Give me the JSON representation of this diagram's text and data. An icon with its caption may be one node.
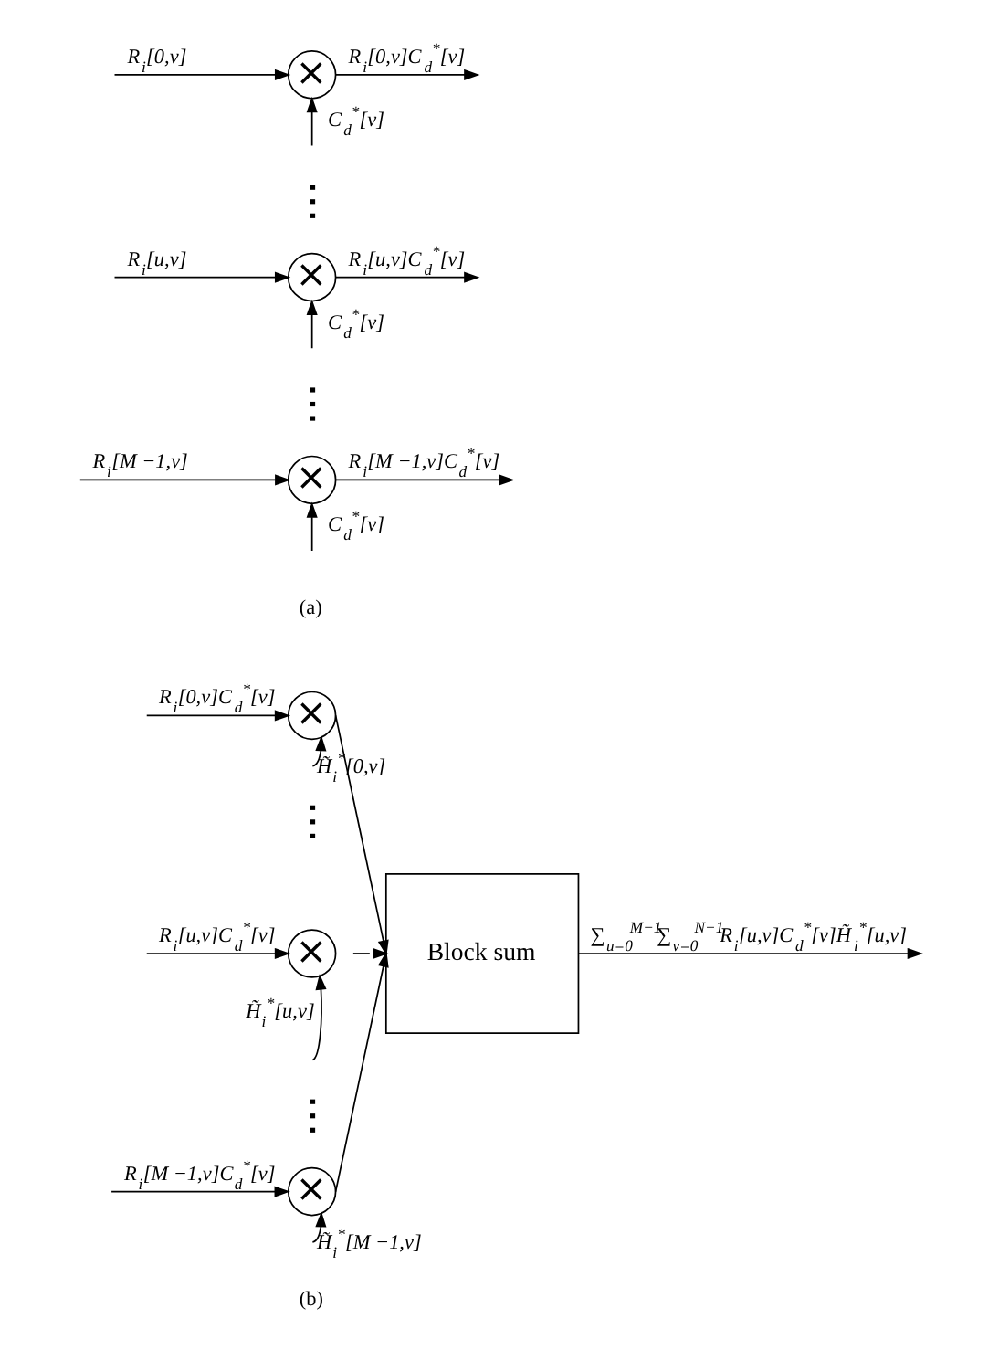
{
  "diagram": {
    "nodes": [
      {
        "text": [
          "×"
        ]
      },
      {
        "text": [
          "×"
        ]
      },
      {
        "text": [
          "×"
        ]
      },
      {
        "text": [
          "×"
        ]
      },
      {
        "text": [
          "×"
        ]
      },
      {
        "text": [
          "×"
        ]
      },
      {
        "text": [
          "Block sum"
        ]
      }
    ],
    "edges": [
      {
        "from": null,
        "to": 0,
        "arrow": "to",
        "label": "R$_{i}$[0,v]"
      },
      {
        "from": 0,
        "to": null,
        "arrow": "to",
        "label": "R$_{i}$[0,v]C$_{d}$$^{*}$[v]"
      },
      {
        "from": null,
        "to": 0,
        "arrow": "to",
        "label": "C$_{d}$$^{*}$[v]"
      },
      {
        "from": null,
        "to": 1,
        "arrow": "to",
        "label": "R$_{i}$[u,v]"
      },
      {
        "from": 1,
        "to": null,
        "arrow": "to",
        "label": "R$_{i}$[u,v]C$_{d}$$^{*}$[v]"
      },
      {
        "from": null,
        "to": 1,
        "arrow": "to",
        "label": "C$_{d}$$^{*}$[v]"
      },
      {
        "from": null,
        "to": 2,
        "arrow": "to",
        "label": "R$_{i}$[M −1,v]"
      },
      {
        "from": 2,
        "to": null,
        "arrow": "to",
        "label": "R$_{i}$[M −1,v]C$_{d}$$^{*}$[v]"
      },
      {
        "from": null,
        "to": 2,
        "arrow": "to",
        "label": "C$_{d}$$^{*}$[v]"
      },
      {
        "from": null,
        "to": 3,
        "arrow": "to",
        "label": "R$_{i}$[0,v]C$_{d}$$^{*}$[v]"
      },
      {
        "from": null,
        "to": 3,
        "arrow": "to",
        "label": "H̃$_{i}$$^{*}$[0,v]"
      },
      {
        "from": 3,
        "to": 6,
        "arrow": "to"
      },
      {
        "from": null,
        "to": 4,
        "arrow": "to",
        "label": "R$_{i}$[u,v]C$_{d}$$^{*}$[v]"
      },
      {
        "from": null,
        "to": 4,
        "arrow": "to",
        "label": "H̃$_{i}$$^{*}$[u,v]"
      },
      {
        "from": 4,
        "to": 6,
        "arrow": "to"
      },
      {
        "from": null,
        "to": 5,
        "arrow": "to",
        "label": "R$_{i}$[M −1,v]C$_{d}$$^{*}$[v]"
      },
      {
        "from": null,
        "to": 5,
        "arrow": "to",
        "label": "H̃$_{i}$$^{*}$[M −1,v]"
      },
      {
        "from": 5,
        "to": 6,
        "arrow": "to"
      },
      {
        "from": 6,
        "to": null,
        "arrow": "to",
        "label": "∑$_{u=0}$$^{M−1}$∑$_{v=0}$$^{N−1}$R$_{i}$[u,v]C$_{d}$$^{*}$[v]H̃$_{i}$$^{*}$[u,v]"
      }
    ],
    "labels": [
      "(a)",
      "(b)"
    ]
  }
}
